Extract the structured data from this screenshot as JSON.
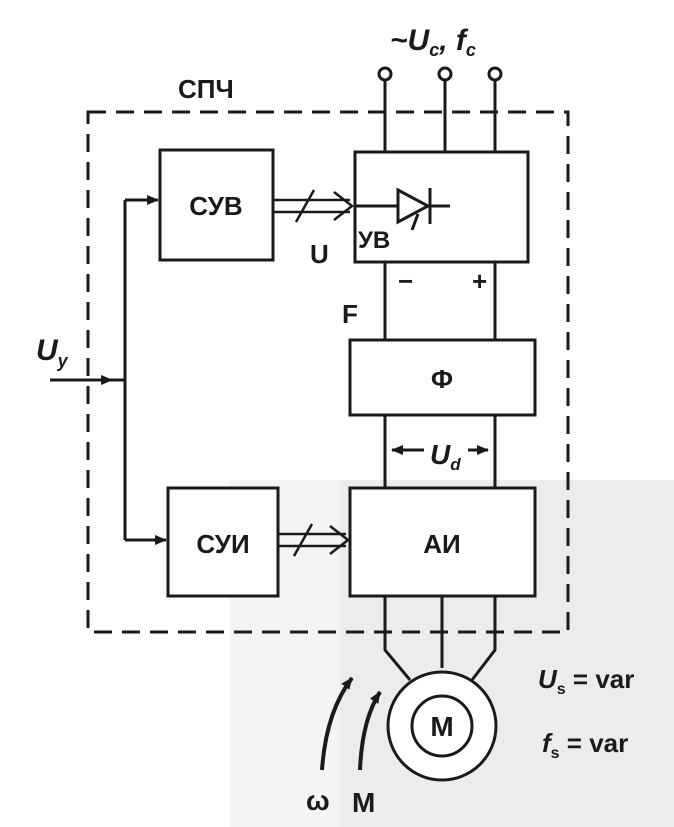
{
  "labels": {
    "supply_u": "~U",
    "supply_u_sub": "c",
    "supply_sep": ", ",
    "supply_f": "f",
    "supply_f_sub": "c",
    "spch": "СПЧ",
    "suv": "СУВ",
    "uv": "УВ",
    "u_letter": "U",
    "minus": "−",
    "plus": "+",
    "f_letter": "F",
    "phi": "Ф",
    "ud": "U",
    "ud_sub": "d",
    "uy": "U",
    "uy_sub": "y",
    "sui": "СУИ",
    "ai": "АИ",
    "motor": "M",
    "us": "U",
    "us_sub": "s",
    "us_val": " = var",
    "fs": "f",
    "fs_sub": "s",
    "fs_val": " = var",
    "omega": "ω",
    "torque": "M"
  },
  "colors": {
    "ink": "#1a1a1a",
    "paper": "#ffffff",
    "shade": "#d9d9d9"
  }
}
